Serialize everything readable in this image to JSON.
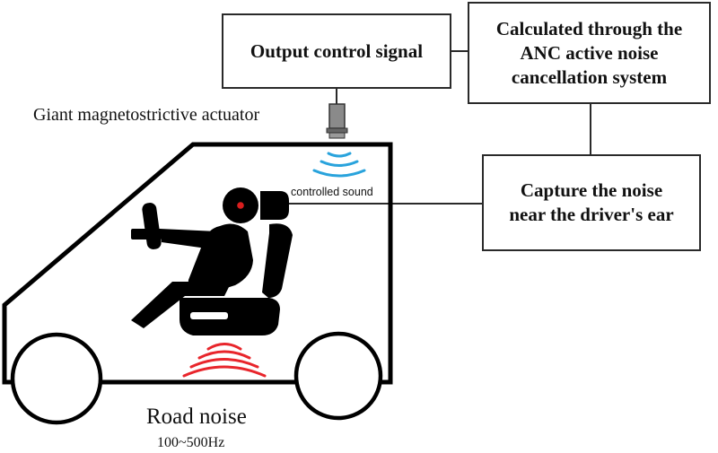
{
  "boxes": {
    "output": {
      "lines": [
        "Output control signal"
      ]
    },
    "anc": {
      "lines": [
        "Calculated through the",
        "ANC active noise",
        "cancellation system"
      ]
    },
    "capture": {
      "lines": [
        "Capture the noise",
        "near the driver's ear"
      ]
    }
  },
  "labels": {
    "actuator": "Giant magnetostrictive actuator",
    "controlled_sound": "controlled sound",
    "road_noise": "Road noise",
    "frequency": "100~500Hz"
  },
  "colors": {
    "outline": "#000000",
    "controlled_wave": "#29a3dc",
    "noise_wave": "#e8252b",
    "ear_dot": "#d81e1e",
    "actuator_body": "#8a8a8a"
  }
}
